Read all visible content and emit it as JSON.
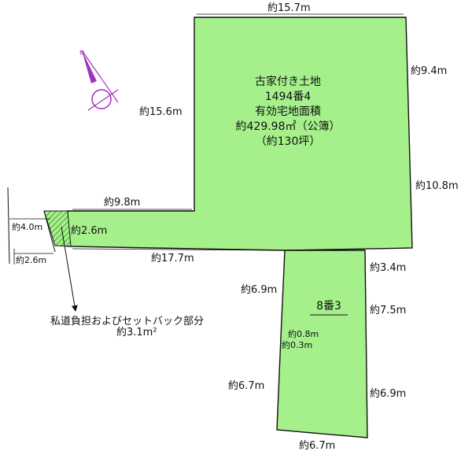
{
  "plot": {
    "title_lines": [
      "古家付き土地",
      "1494番4",
      "有効宅地面積",
      "約429.98㎡（公簿）",
      "（約130坪）"
    ],
    "sub_lot_label": "8番3"
  },
  "dimensions": {
    "top": "約15.7m",
    "right_upper": "約9.4m",
    "right_lower": "約10.8m",
    "left_upper": "約15.6m",
    "neck_top": "約9.8m",
    "neck_end": "約2.6m",
    "neck_bottom": "約17.7m",
    "junction": "約3.4m",
    "stem_left_upper": "約6.9m",
    "stem_right_upper": "約7.5m",
    "stem_notch_a": "約0.8m",
    "stem_notch_b": "約0.3m",
    "stem_left_lower": "約6.7m",
    "stem_right_lower": "約6.9m",
    "bottom": "約6.7m",
    "side_4": "約4.0m",
    "side_26": "約2.6m"
  },
  "setback": {
    "label": "私道負担およびセットバック部分",
    "area": "約3.1m²"
  },
  "colors": {
    "lot_fill": "#a6f08c",
    "outline": "#111111",
    "compass": "#a030c0",
    "hatch": "#3a8a2a"
  },
  "icons": {
    "compass": "north-arrow-icon"
  }
}
